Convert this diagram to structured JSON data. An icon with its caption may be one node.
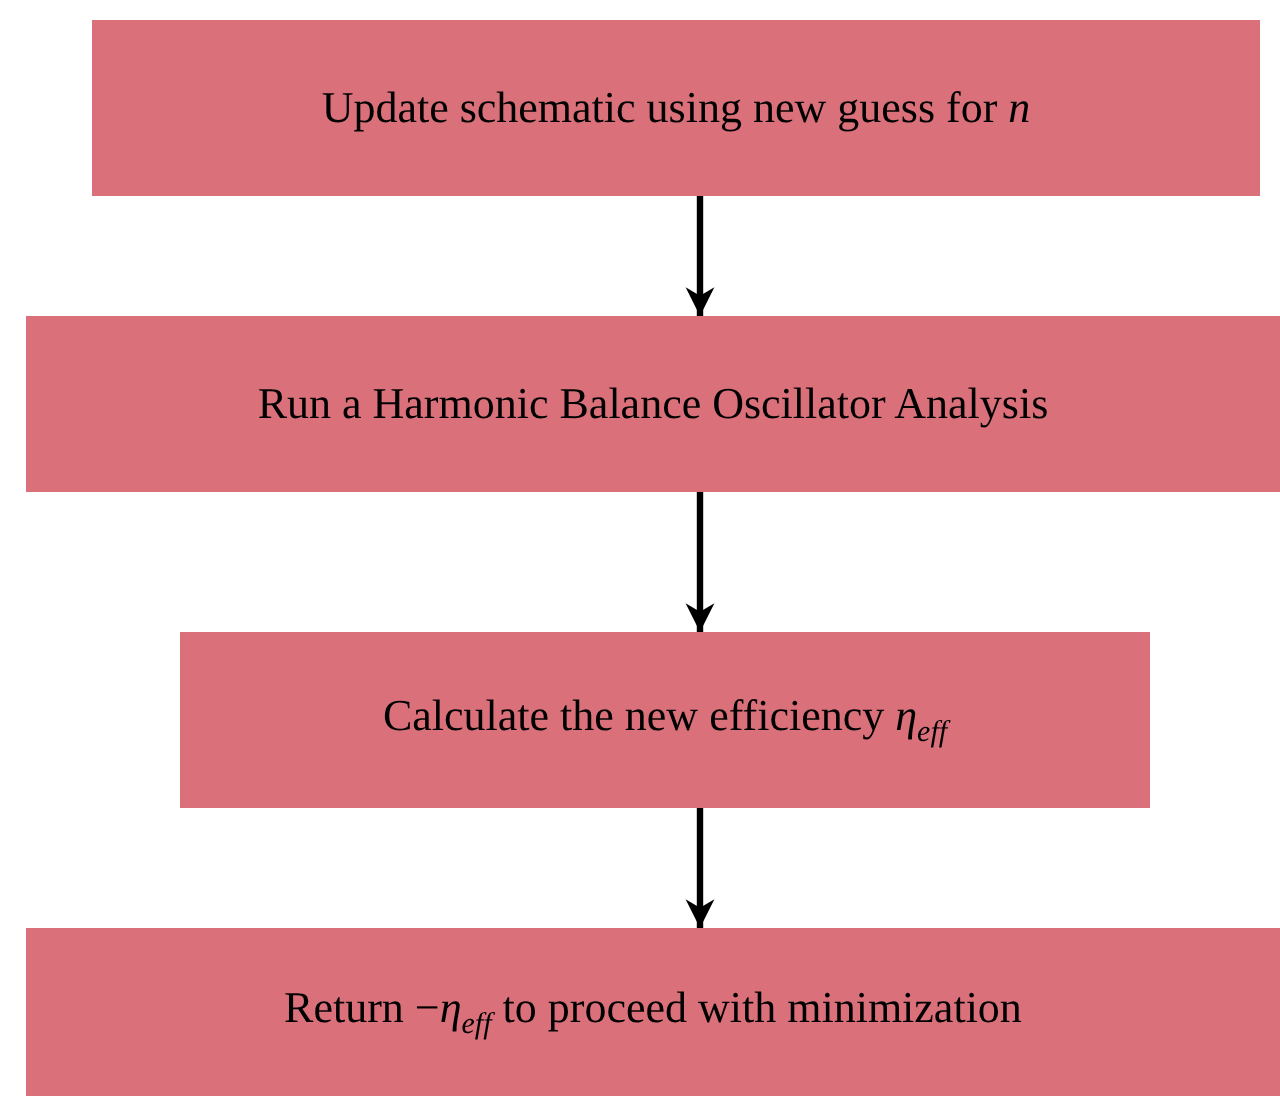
{
  "diagram": {
    "nodes": [
      {
        "text": [
          "Update schematic using new guess for *n*"
        ]
      },
      {
        "text": [
          "Run a Harmonic Balance Oscillator Analysis"
        ]
      },
      {
        "text": [
          "Calculate the new efficiency *η*$_{eff}$"
        ]
      },
      {
        "text": [
          "Return −*η*$_{eff}$ to proceed with minimization"
        ]
      }
    ],
    "edges": [
      {
        "from": 0,
        "to": 1,
        "arrow": "to"
      },
      {
        "from": 1,
        "to": 2,
        "arrow": "to"
      },
      {
        "from": 2,
        "to": 3,
        "arrow": "to"
      }
    ]
  }
}
